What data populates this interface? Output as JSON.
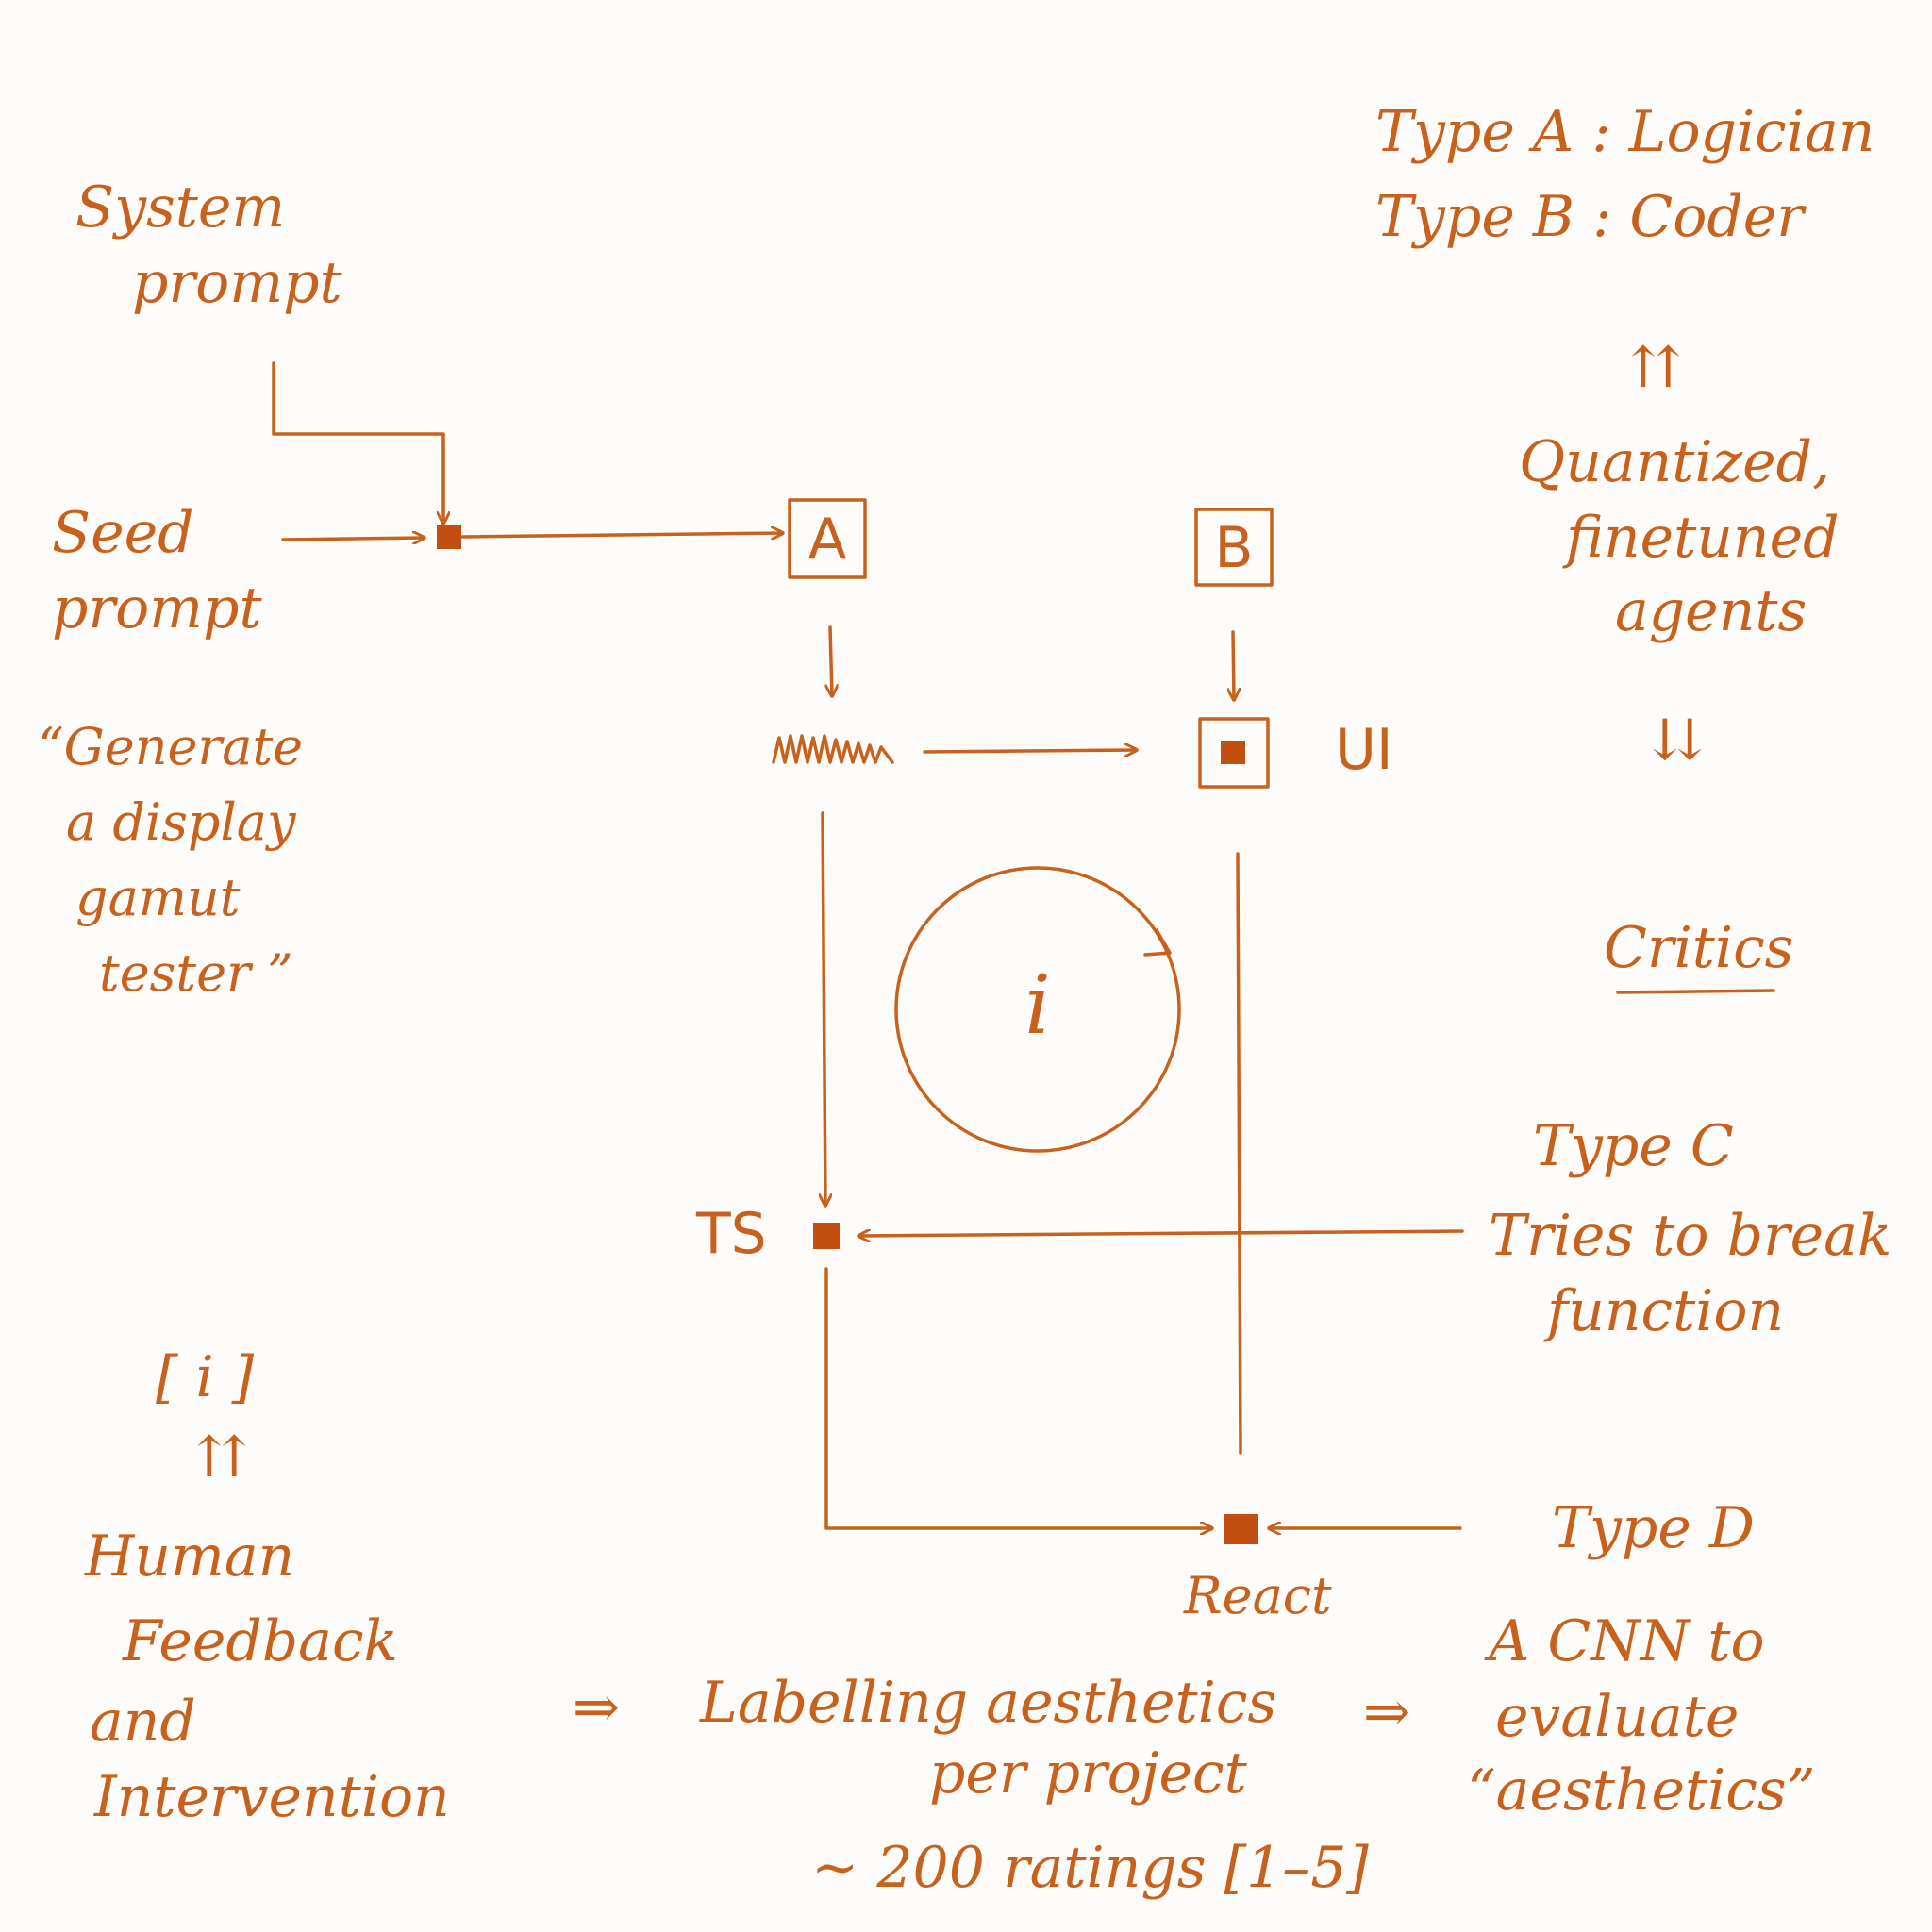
{
  "legend": {
    "type_a": "Type A : Logician",
    "type_b": "Type B : Coder"
  },
  "inputs": {
    "system_prompt_line1": "System",
    "system_prompt_line2": "prompt",
    "seed_prompt_line1": "Seed",
    "seed_prompt_line2": "prompt",
    "quote_line1": "“Generate",
    "quote_line2": "a display",
    "quote_line3": "gamut",
    "quote_line4": "tester ”"
  },
  "agents": {
    "a_label": "A",
    "b_label": "B",
    "ui_label": "UI",
    "ts_label": "TS",
    "react_label": "React",
    "loop_label": "i",
    "up_arrow": "⇈",
    "down_arrow": "⇊",
    "quant_line1": "Quantized,",
    "quant_line2": "finetuned",
    "quant_line3": "agents"
  },
  "critics": {
    "heading": "Critics",
    "type_c": "Type C",
    "type_c_desc_line1": "Tries to break",
    "type_c_desc_line2": "function",
    "type_d": "Type D",
    "type_d_desc_line1": "A CNN to",
    "type_d_desc_line2": "evaluate",
    "type_d_desc_line3": "“aesthetics”"
  },
  "feedback": {
    "iter_label": "[ i ]",
    "up_arrow": "⇈",
    "human_line1": "Human",
    "human_line2": "Feedback",
    "human_line3": "and",
    "human_line4": "Intervention",
    "arrow1": "⇒",
    "labelling_line1": "Labelling aesthetics",
    "labelling_line2": "per project",
    "arrow2": "⇒",
    "ratings": "~ 200 ratings [1–5]"
  }
}
